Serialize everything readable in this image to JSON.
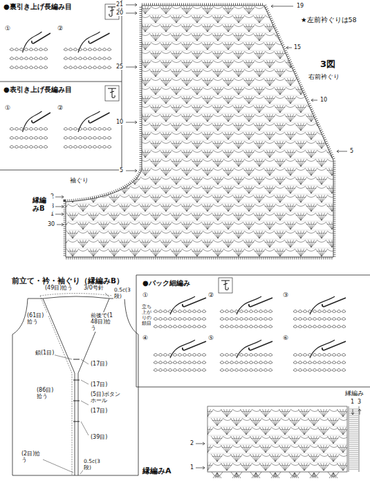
{
  "diagram": {
    "labels": [
      "●裏引き上げ長編み目",
      "①",
      "②",
      "●表引き上げ長編み目",
      "①",
      "②",
      "21",
      "20",
      "25",
      "10",
      "5",
      "2",
      "3",
      "1",
      "30",
      "袖ぐり",
      "縁編みB",
      "19",
      "15",
      "10",
      "5",
      "3図",
      "右前衿ぐり",
      "★左前衿ぐりは58",
      "前立て・衿・袖ぐり（縁編みB）",
      "(49目)拾う",
      "3/0号針",
      "0.5c(3段)",
      "(61目)拾う",
      "前後で(148目)拾う",
      "鎖(1目)",
      "(17目)",
      "(17目)",
      "(86目)拾う",
      "(5目)ボタンホール",
      "(17目)",
      "(39目)",
      "(2目)拾う",
      "0.5c(3段)",
      "●バック細編み",
      "①",
      "②",
      "③",
      "④",
      "⑤",
      "⑥",
      "立ち上がりの鎖目",
      "縁編みA",
      "2",
      "1",
      "縁編み",
      "1",
      "3"
    ]
  }
}
